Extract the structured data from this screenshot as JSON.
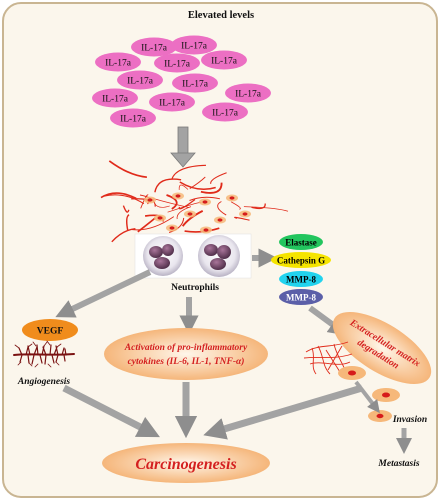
{
  "title": "Elevated levels",
  "il17_label": "IL-17a",
  "il17_count": 12,
  "neutrophils_label": "Neutrophils",
  "enzymes": [
    {
      "label": "Elastase",
      "color": "#22c55e",
      "text_color": "#000000"
    },
    {
      "label": "Cathepsin G",
      "color": "#f5e400",
      "text_color": "#000000"
    },
    {
      "label": "MMP-8",
      "color": "#22d3ee",
      "text_color": "#000000"
    },
    {
      "label": "MMP-8",
      "color": "#5b5fa8",
      "text_color": "#ffffff"
    }
  ],
  "vegf_label": "VEGF",
  "angiogenesis_label": "Angiogenesis",
  "activation_line1": "Activation of pro-inflammatory",
  "activation_line2": "cytokines (IL-6, IL-1, TNF-α)",
  "ecm_line1": "Extracellular matrix",
  "ecm_line2": "degradation",
  "invasion_label": "Invasion",
  "metastasis_label": "Metastasis",
  "carcinogenesis_label": "Carcinogenesis",
  "colors": {
    "background": "#fbf6ec",
    "border": "#c8b48f",
    "il17_fill": "#ec6fc3",
    "orange_grad_start": "#fff1dd",
    "orange_grad_end": "#f4a24e",
    "vegf_fill": "#f08c1c",
    "arrow": "#a3a3a3",
    "red_text": "#d42020",
    "cell_red": "#e02a1a"
  }
}
